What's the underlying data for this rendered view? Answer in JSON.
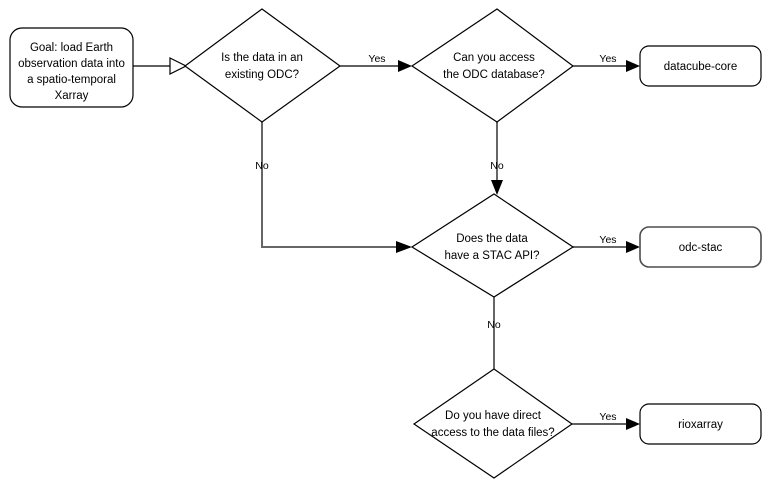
{
  "diagram": {
    "type": "flowchart",
    "title": "Earth observation data loading decision tree",
    "background_color": "#ffffff",
    "stroke_color": "#000000",
    "gray_stroke_color": "#666666",
    "nodes": {
      "goal": {
        "shape": "rounded-rectangle",
        "lines": [
          "Goal: load Earth",
          "observation data into",
          "a spatio-temporal",
          "Xarray"
        ]
      },
      "decision_odc": {
        "shape": "diamond",
        "lines": [
          "Is the data in an",
          "existing ODC?"
        ]
      },
      "decision_db": {
        "shape": "diamond",
        "lines": [
          "Can you access",
          "the ODC database?"
        ]
      },
      "decision_stac": {
        "shape": "diamond",
        "lines": [
          "Does the data",
          "have a STAC API?"
        ]
      },
      "decision_files": {
        "shape": "diamond",
        "lines": [
          "Do you have direct",
          "access to the data files?"
        ]
      },
      "result_datacube_core": {
        "shape": "rounded-rectangle",
        "lines": [
          "datacube-core"
        ]
      },
      "result_odc_stac": {
        "shape": "rounded-rectangle",
        "lines": [
          "odc-stac"
        ]
      },
      "result_rioxarray": {
        "shape": "rounded-rectangle",
        "lines": [
          "rioxarray"
        ]
      }
    },
    "edge_labels": {
      "yes_odc": "Yes",
      "no_odc": "No",
      "yes_db": "Yes",
      "no_db": "No",
      "yes_stac": "Yes",
      "no_stac": "No",
      "yes_files": "Yes"
    }
  }
}
